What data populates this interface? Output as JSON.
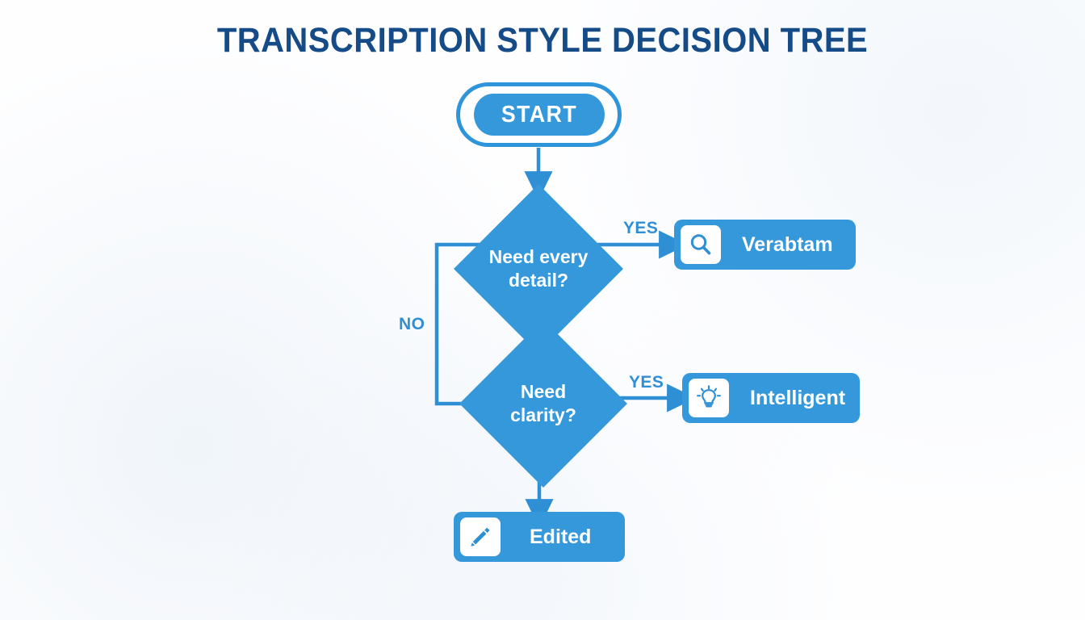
{
  "title": "TRANSCRIPTION STYLE DECISION TREE",
  "colors": {
    "title_navy": "#154b86",
    "node_blue": "#3498db",
    "line_blue": "#2f8fd4",
    "background": "#fefeff",
    "text_white": "#ffffff"
  },
  "nodes": {
    "start": {
      "label": "START",
      "shape": "stadium"
    },
    "decision_detail": {
      "line1": "Need every",
      "line2": "detail?",
      "shape": "diamond"
    },
    "decision_clarity": {
      "line1": "Need",
      "line2": "clarity?",
      "shape": "diamond"
    },
    "result_verbatim": {
      "label": "Verabtam",
      "icon": "magnifier-icon",
      "shape": "rounded-rect"
    },
    "result_intelligent": {
      "label": "Intelligent",
      "icon": "lightbulb-icon",
      "shape": "rounded-rect"
    },
    "result_edited": {
      "label": "Edited",
      "icon": "pencil-icon",
      "shape": "rounded-rect"
    }
  },
  "edges": {
    "start_to_detail": {
      "label": ""
    },
    "detail_yes": {
      "label": "YES"
    },
    "detail_no": {
      "label": "NO"
    },
    "clarity_yes": {
      "label": "YES"
    },
    "clarity_no": {
      "label": ""
    }
  },
  "chart_data": {
    "type": "flowchart",
    "title": "TRANSCRIPTION STYLE DECISION TREE",
    "nodes": [
      {
        "id": "start",
        "text": "START",
        "type": "terminator"
      },
      {
        "id": "d1",
        "text": "Need every detail?",
        "type": "decision"
      },
      {
        "id": "d2",
        "text": "Need clarity?",
        "type": "decision"
      },
      {
        "id": "r1",
        "text": "Verabtam",
        "type": "result",
        "icon": "magnifier-icon"
      },
      {
        "id": "r2",
        "text": "Intelligent",
        "type": "result",
        "icon": "lightbulb-icon"
      },
      {
        "id": "r3",
        "text": "Edited",
        "type": "result",
        "icon": "pencil-icon"
      }
    ],
    "edges": [
      {
        "from": "start",
        "to": "d1",
        "label": ""
      },
      {
        "from": "d1",
        "to": "r1",
        "label": "YES"
      },
      {
        "from": "d1",
        "to": "d2",
        "label": "NO"
      },
      {
        "from": "d2",
        "to": "r2",
        "label": "YES"
      },
      {
        "from": "d2",
        "to": "r3",
        "label": ""
      }
    ]
  }
}
